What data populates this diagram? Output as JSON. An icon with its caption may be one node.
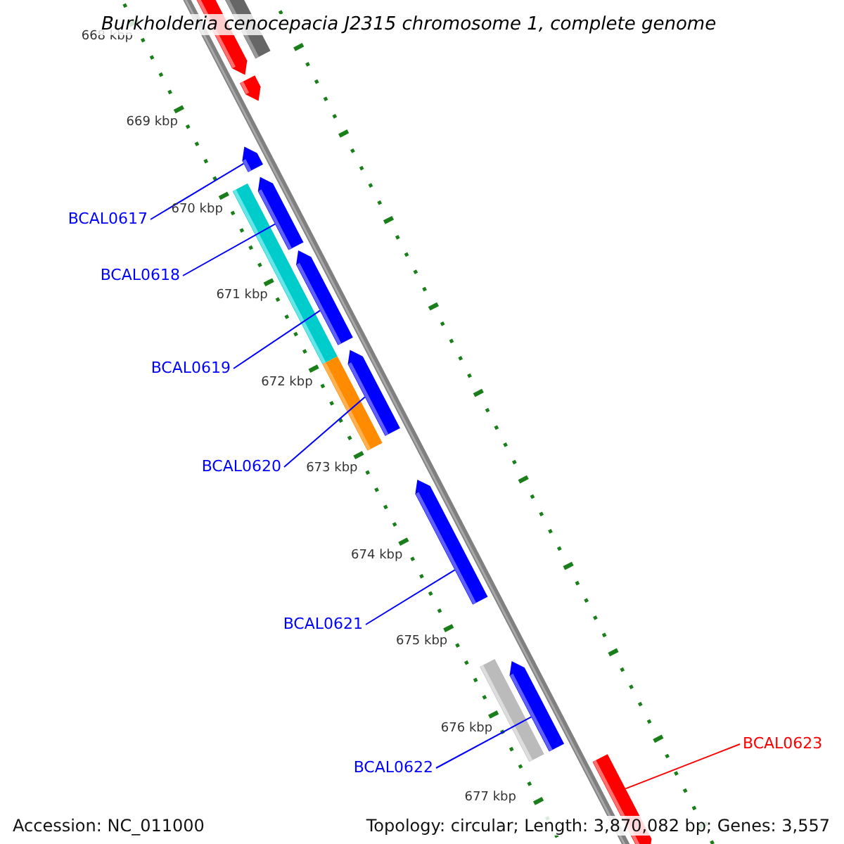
{
  "diagram": {
    "title": "Burkholderia cenocepacia J2315 chromosome 1, complete genome",
    "nodes": [
      {
        "text": [
          "BCAL0617"
        ]
      },
      {
        "text": [
          "BCAL0618"
        ]
      },
      {
        "text": [
          "BCAL0619"
        ]
      },
      {
        "text": [
          "BCAL0620"
        ]
      },
      {
        "text": [
          "BCAL0621"
        ]
      },
      {
        "text": [
          "BCAL0622"
        ]
      },
      {
        "text": [
          "BCAL0623"
        ]
      },
      {
        "text": [],
        "shape": "bar"
      },
      {
        "text": [],
        "shape": "bar"
      },
      {
        "text": [],
        "shape": "bar"
      },
      {
        "text": [],
        "shape": "bar"
      },
      {
        "text": [],
        "shape": "bar"
      },
      {
        "text": [],
        "shape": "bar"
      },
      {
        "text": [],
        "shape": "bar"
      }
    ],
    "edges": [
      {
        "from": 0,
        "to": 7,
        "arrow": "none"
      },
      {
        "from": 1,
        "to": 8,
        "arrow": "none"
      },
      {
        "from": 2,
        "to": 9,
        "arrow": "none"
      },
      {
        "from": 3,
        "to": 10,
        "arrow": "none"
      },
      {
        "from": 4,
        "to": 11,
        "arrow": "none"
      },
      {
        "from": 5,
        "to": 12,
        "arrow": "none"
      },
      {
        "from": 6,
        "to": 13,
        "arrow": "none",
        "color": "#ff0000"
      }
    ],
    "labels": [
      "668 kbp",
      "669 kbp",
      "670 kbp",
      "671 kbp",
      "672 kbp",
      "673 kbp",
      "674 kbp",
      "675 kbp",
      "676 kbp",
      "677 kbp",
      "Accession: NC_011000",
      "Topology: circular; Length: 3,870,082 bp; Genes: 3,557"
    ]
  }
}
